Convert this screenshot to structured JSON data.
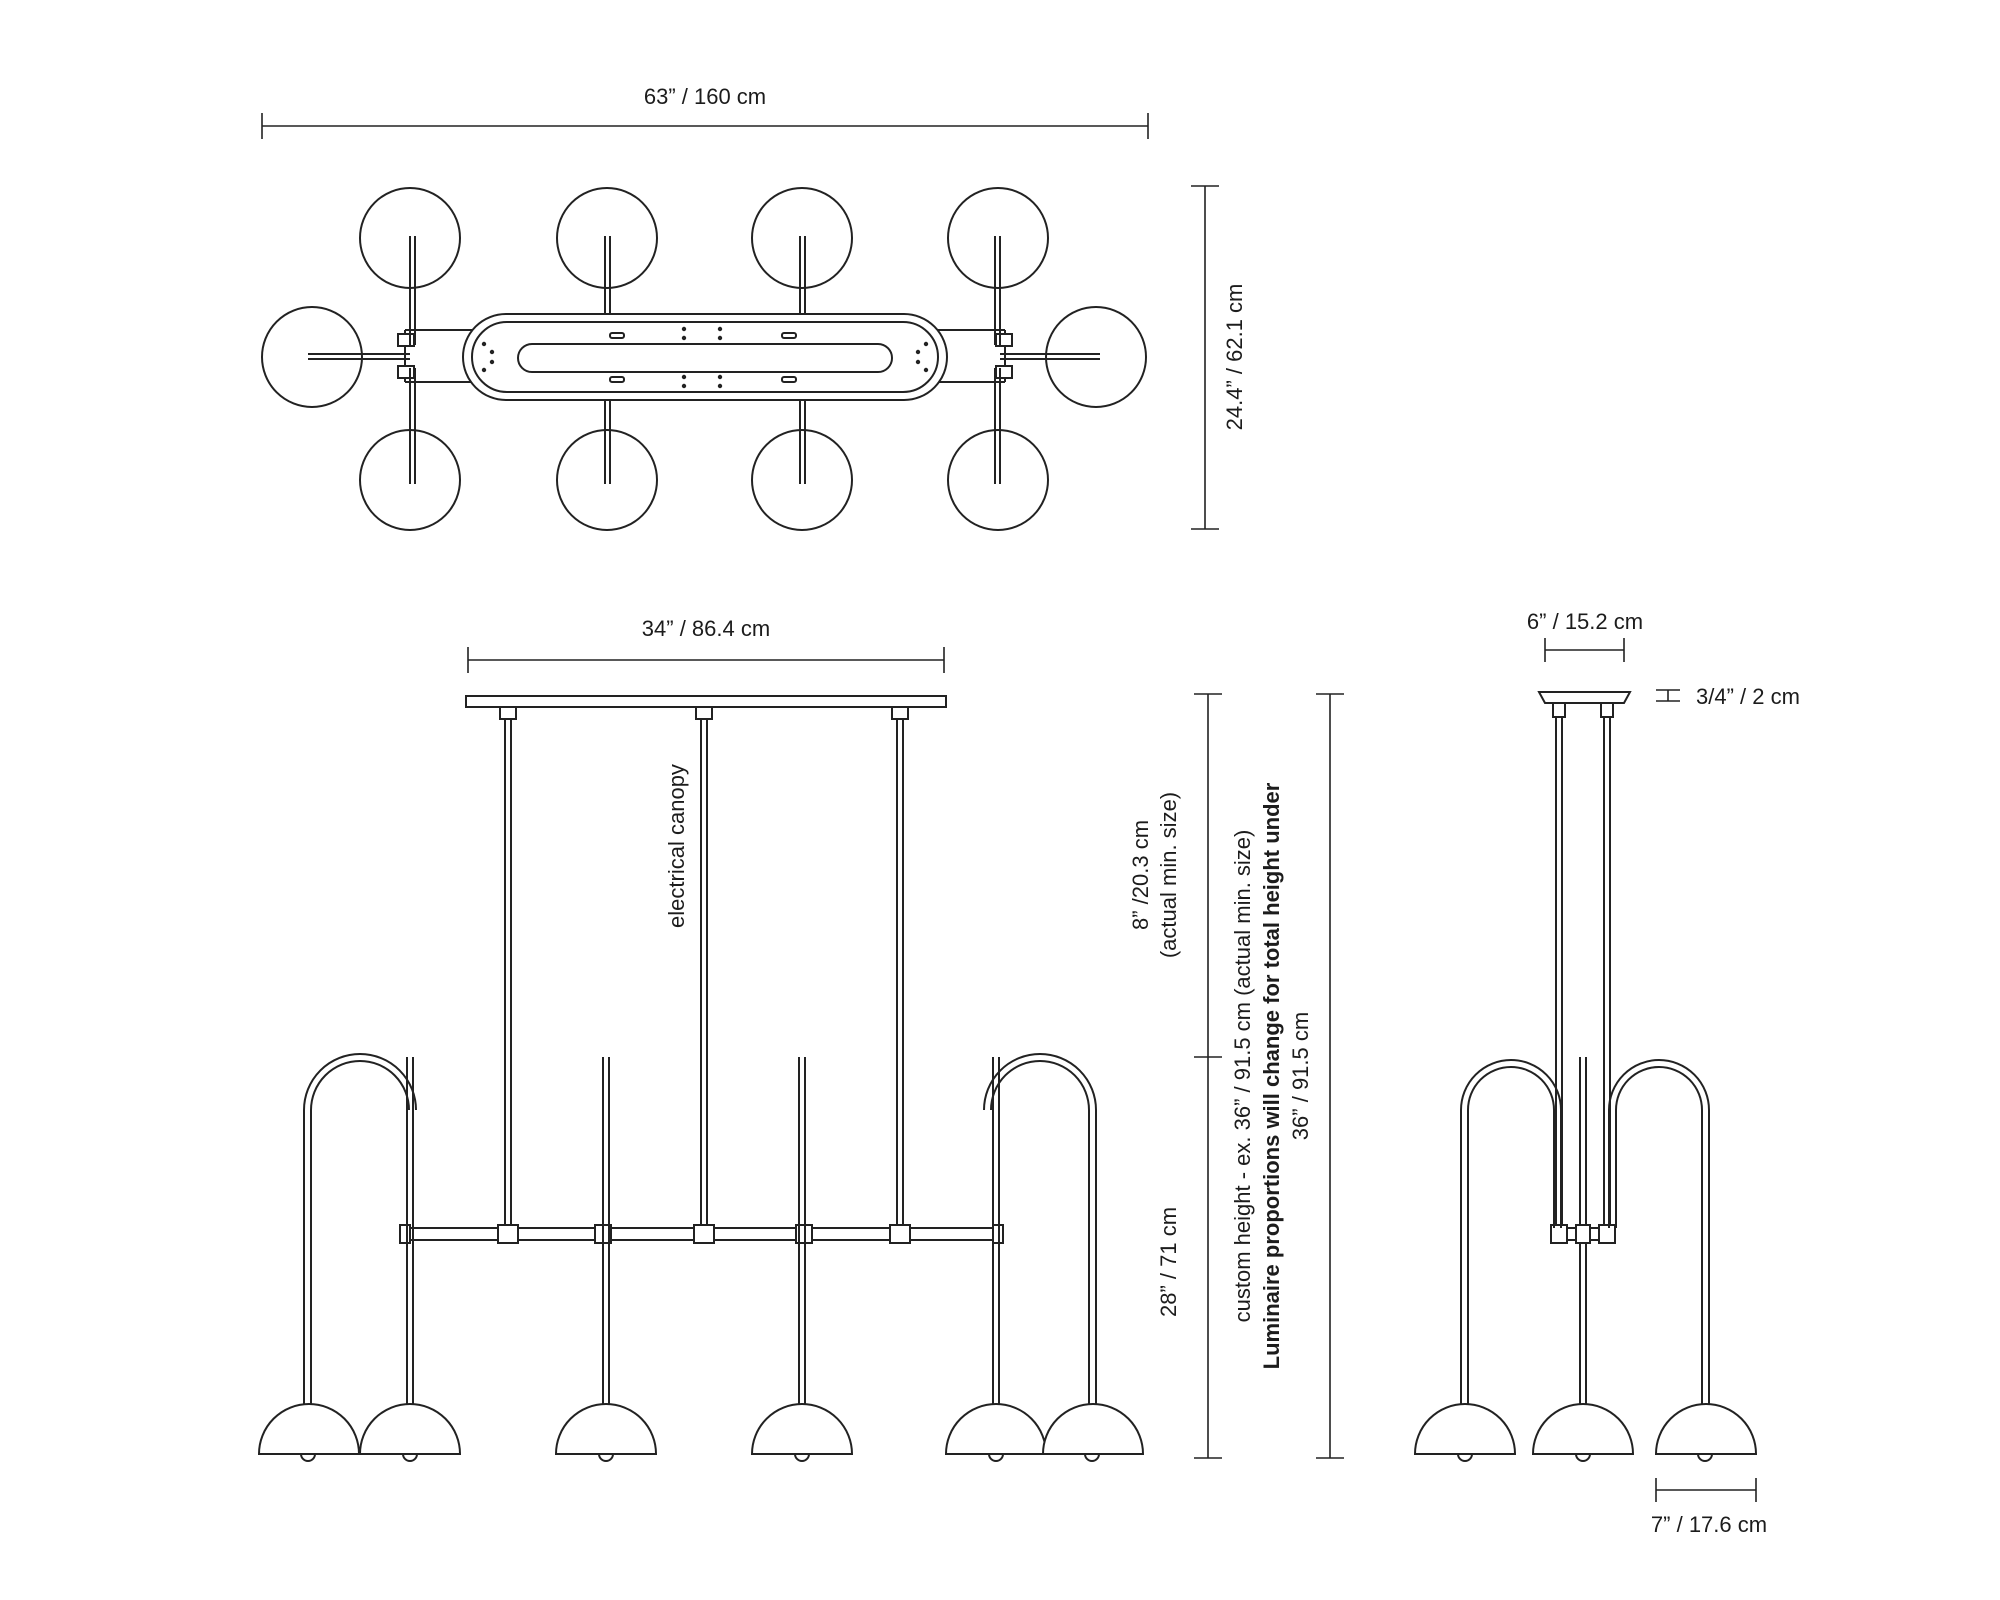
{
  "top_view": {
    "width_label": "63” / 160 cm",
    "depth_label": "24.4” / 62.1 cm"
  },
  "front_view": {
    "canopy_width_label": "34” / 86.4 cm",
    "canopy_note": "electrical canopy",
    "stem_height_label": "8” /20.3 cm",
    "stem_height_note": "(actual min. size)",
    "body_height_label": "28” / 71 cm",
    "custom_height_line1": "custom height - ex. 36” / 91.5 cm (actual min. size)",
    "custom_height_line2": "Luminaire proportions will change for total height under",
    "custom_height_line3": "36” / 91.5 cm"
  },
  "side_view": {
    "canopy_width_label": "6” / 15.2 cm",
    "canopy_thickness_label": "3/4” / 2 cm",
    "shade_width_label": "7” / 17.6 cm"
  },
  "colors": {
    "line": "#222222",
    "text": "#1c1c1c",
    "background": "#ffffff"
  }
}
